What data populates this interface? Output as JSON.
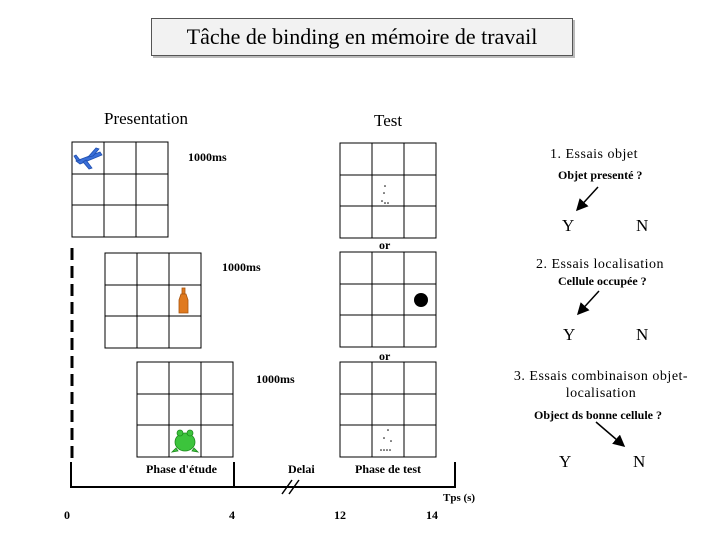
{
  "title": "Tâche de binding en mémoire de travail",
  "headers": {
    "presentation": "Presentation",
    "test": "Test"
  },
  "durations": {
    "d1": "1000ms",
    "d2": "1000ms",
    "d3": "1000ms"
  },
  "separators": {
    "or1": "or",
    "or2": "or"
  },
  "conditions": [
    {
      "label": "1. Essais objet",
      "question": "Objet presenté ?",
      "yes": "Y",
      "no": "N"
    },
    {
      "label": "2. Essais localisation",
      "question": "Cellule occupée ?",
      "yes": "Y",
      "no": "N"
    },
    {
      "label": "3. Essais combinaison objet-localisation",
      "question": "Object ds bonne cellule ?",
      "yes": "Y",
      "no": "N"
    }
  ],
  "timeline": {
    "phase_study": "Phase d'étude",
    "delay": "Delai",
    "phase_test": "Phase de test",
    "axis_label": "Tps (s)",
    "ticks": [
      "0",
      "4",
      "12",
      "14"
    ]
  },
  "colors": {
    "plane": "#3a6fd8",
    "bottle": "#e07a1f",
    "frog": "#3cc43c",
    "dot": "#000000"
  },
  "icons": {
    "plane": "airplane-icon",
    "bottle": "bottle-icon",
    "frog": "frog-icon",
    "dot": "filled-circle-icon"
  }
}
